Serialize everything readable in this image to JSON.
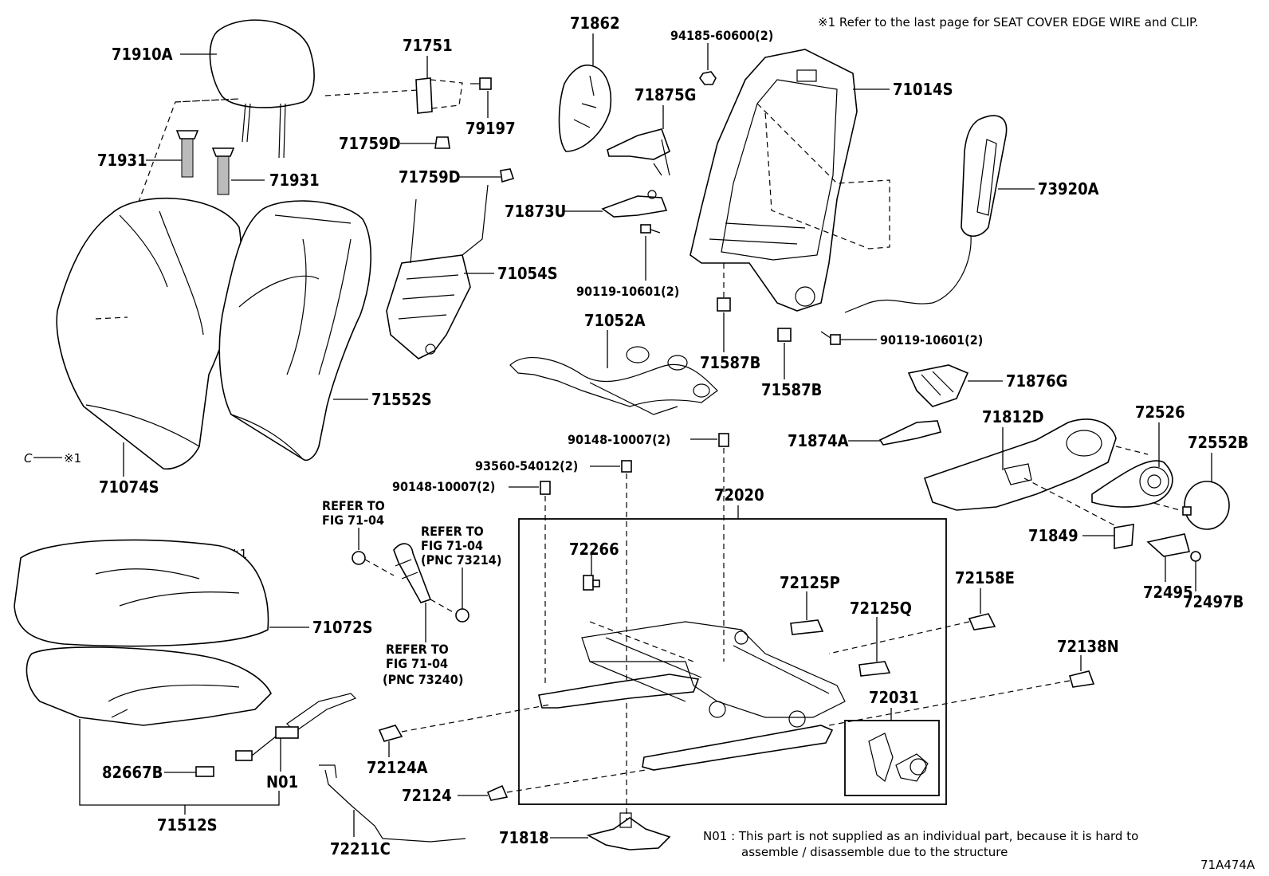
{
  "header_note": "※1 Refer to the last page for SEAT COVER EDGE WIRE and CLIP.",
  "figure_code": "71A474A",
  "footnote": {
    "line1": "N01 : This part is not supplied as an individual part, because it is hard to",
    "line2": "assemble / disassemble due to the structure"
  },
  "clip_marks": [
    {
      "symbol": "C",
      "ref": "※1"
    },
    {
      "symbol": "C",
      "ref": "※1"
    }
  ],
  "refer_notes": [
    {
      "line1": "REFER TO",
      "line2": "FIG 71-04",
      "line3": ""
    },
    {
      "line1": "REFER TO",
      "line2": "FIG 71-04",
      "line3": "(PNC 73214)"
    },
    {
      "line1": "REFER TO",
      "line2": "FIG 71-04",
      "line3": "(PNC 73240)"
    }
  ],
  "parts": [
    {
      "id": "p01",
      "label": "71910A"
    },
    {
      "id": "p02",
      "label": "71931"
    },
    {
      "id": "p03",
      "label": "71931"
    },
    {
      "id": "p04",
      "label": "71074S"
    },
    {
      "id": "p05",
      "label": "71552S"
    },
    {
      "id": "p06",
      "label": "71751"
    },
    {
      "id": "p07",
      "label": "79197"
    },
    {
      "id": "p08",
      "label": "71759D"
    },
    {
      "id": "p09",
      "label": "71759D"
    },
    {
      "id": "p10",
      "label": "71054S"
    },
    {
      "id": "p11",
      "label": "71862"
    },
    {
      "id": "p12",
      "label": "71875G"
    },
    {
      "id": "p13",
      "label": "71873U"
    },
    {
      "id": "p14",
      "label": "94185-60600(2)"
    },
    {
      "id": "p15",
      "label": "71014S"
    },
    {
      "id": "p16",
      "label": "73920A"
    },
    {
      "id": "p17",
      "label": "90119-10601(2)"
    },
    {
      "id": "p18",
      "label": "90119-10601(2)"
    },
    {
      "id": "p19",
      "label": "71052A"
    },
    {
      "id": "p20",
      "label": "71587B"
    },
    {
      "id": "p21",
      "label": "71587B"
    },
    {
      "id": "p22",
      "label": "71876G"
    },
    {
      "id": "p23",
      "label": "71874A"
    },
    {
      "id": "p24",
      "label": "71812D"
    },
    {
      "id": "p25",
      "label": "72526"
    },
    {
      "id": "p26",
      "label": "72552B"
    },
    {
      "id": "p27",
      "label": "71849"
    },
    {
      "id": "p28",
      "label": "72495"
    },
    {
      "id": "p29",
      "label": "72497B"
    },
    {
      "id": "p30",
      "label": "90148-10007(2)"
    },
    {
      "id": "p31",
      "label": "93560-54012(2)"
    },
    {
      "id": "p32",
      "label": "90148-10007(2)"
    },
    {
      "id": "p33",
      "label": "72020"
    },
    {
      "id": "p34",
      "label": "72266"
    },
    {
      "id": "p35",
      "label": "72125P"
    },
    {
      "id": "p36",
      "label": "72125Q"
    },
    {
      "id": "p37",
      "label": "72158E"
    },
    {
      "id": "p38",
      "label": "72138N"
    },
    {
      "id": "p39",
      "label": "72031"
    },
    {
      "id": "p40",
      "label": "72124A"
    },
    {
      "id": "p41",
      "label": "72124"
    },
    {
      "id": "p42",
      "label": "71072S"
    },
    {
      "id": "p43",
      "label": "82667B"
    },
    {
      "id": "p44",
      "label": "N01"
    },
    {
      "id": "p45",
      "label": "71512S"
    },
    {
      "id": "p46",
      "label": "72211C"
    },
    {
      "id": "p47",
      "label": "71818"
    }
  ]
}
